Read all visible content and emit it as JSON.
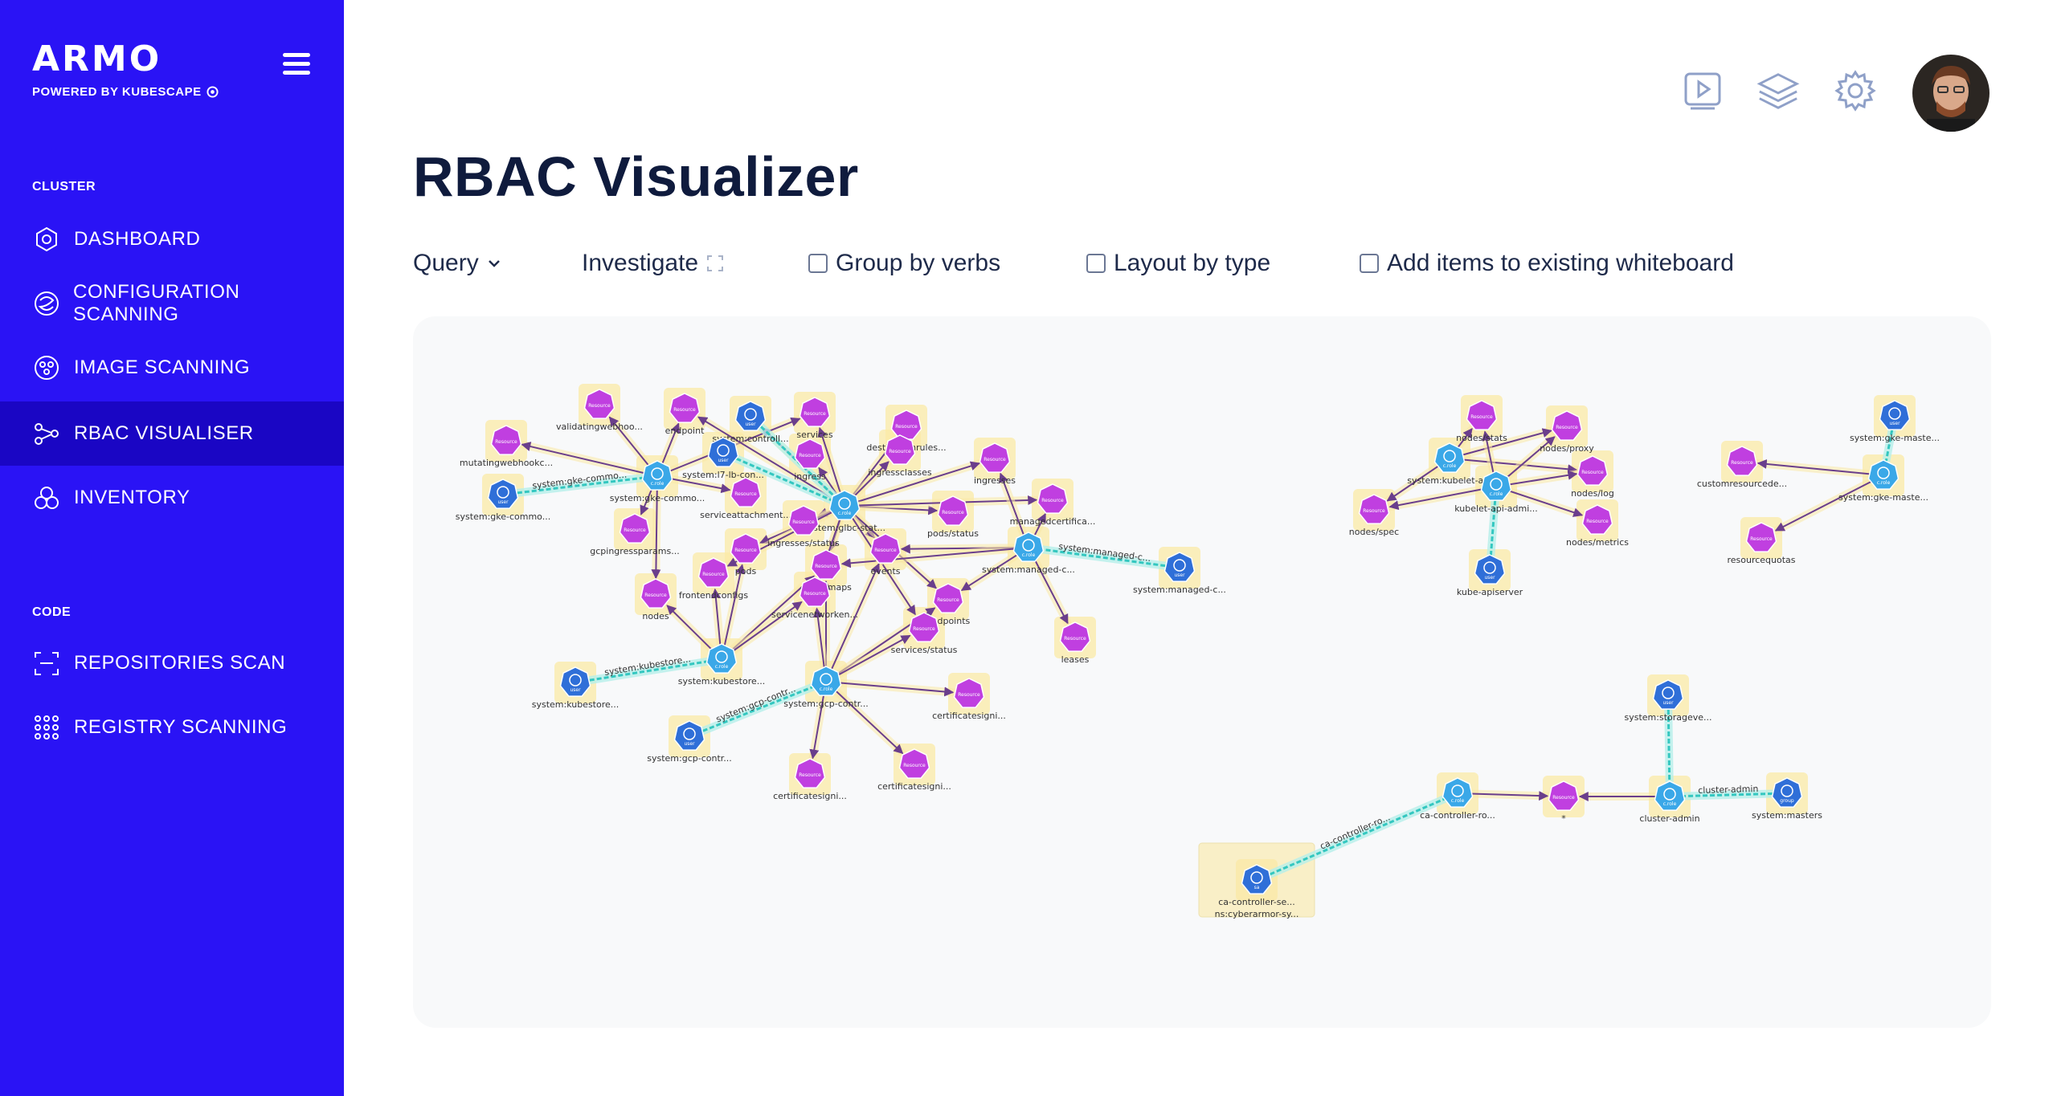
{
  "brand": {
    "logo": "ARMO",
    "subtitle": "POWERED BY KUBESCAPE"
  },
  "sidebar": {
    "sections": [
      {
        "title": "CLUSTER",
        "items": [
          {
            "label": "DASHBOARD",
            "icon": "dashboard-icon"
          },
          {
            "label": "CONFIGURATION SCANNING",
            "icon": "configuration-icon"
          },
          {
            "label": "IMAGE SCANNING",
            "icon": "image-scan-icon"
          },
          {
            "label": "RBAC VISUALISER",
            "icon": "rbac-icon",
            "active": true
          },
          {
            "label": "INVENTORY",
            "icon": "inventory-icon"
          }
        ]
      },
      {
        "title": "CODE",
        "items": [
          {
            "label": "REPOSITORIES SCAN",
            "icon": "repo-scan-icon"
          },
          {
            "label": "REGISTRY SCANNING",
            "icon": "registry-icon"
          }
        ]
      }
    ]
  },
  "header": {
    "icons": [
      "video-icon",
      "layers-icon",
      "settings-icon",
      "user-avatar"
    ]
  },
  "page": {
    "title": "RBAC Visualizer"
  },
  "toolbar": {
    "query_label": "Query",
    "investigate_label": "Investigate",
    "group_by_verbs_label": "Group by verbs",
    "layout_by_type_label": "Layout by type",
    "add_items_label": "Add items to existing whiteboard",
    "group_by_verbs_checked": false,
    "layout_by_type_checked": false,
    "add_items_checked": false
  },
  "colors": {
    "sidebar_bg": "#2a13f5",
    "sidebar_active": "#1a06c4",
    "title_text": "#0f1b3d",
    "resource_node": "#c03fe0",
    "role_node": "#3aa8e8",
    "subject_node": "#2f6fd8",
    "edge": "#6a3e8c",
    "binding_edge": "#34c7c0",
    "highlight": "#fbe9a6"
  },
  "graph": {
    "node_type_labels": {
      "resource": "Resource",
      "role": "c.role",
      "user": "user",
      "group": "group",
      "sa": "sa"
    },
    "nodes": [
      {
        "id": "r1",
        "type": "resource",
        "label": "validatingwebhoo..."
      },
      {
        "id": "r2",
        "type": "resource",
        "label": "endpoint"
      },
      {
        "id": "s1",
        "type": "user",
        "label": "system:controll..."
      },
      {
        "id": "r3",
        "type": "resource",
        "label": "services"
      },
      {
        "id": "r4",
        "type": "resource",
        "label": "destinationrules..."
      },
      {
        "id": "r5",
        "type": "resource",
        "label": "mutatingwebhookc..."
      },
      {
        "id": "s2",
        "type": "user",
        "label": "system:l7-lb-con..."
      },
      {
        "id": "r6",
        "type": "resource",
        "label": "ingress"
      },
      {
        "id": "r7",
        "type": "resource",
        "label": "ingressclasses"
      },
      {
        "id": "r8",
        "type": "resource",
        "label": "ingresses"
      },
      {
        "id": "c1",
        "type": "role",
        "label": "system:gke-commo..."
      },
      {
        "id": "s3",
        "type": "user",
        "label": "system:gke-commo..."
      },
      {
        "id": "r9",
        "type": "resource",
        "label": "serviceattachment..."
      },
      {
        "id": "c2",
        "type": "role",
        "label": "system:glbc-stat..."
      },
      {
        "id": "r10",
        "type": "resource",
        "label": "pods/status"
      },
      {
        "id": "r11",
        "type": "resource",
        "label": "managedcertifica..."
      },
      {
        "id": "r12",
        "type": "resource",
        "label": "gcpingressparams..."
      },
      {
        "id": "r13",
        "type": "resource",
        "label": "ingresses/status"
      },
      {
        "id": "r14",
        "type": "resource",
        "label": "pods"
      },
      {
        "id": "r15",
        "type": "resource",
        "label": "events"
      },
      {
        "id": "c3",
        "type": "role",
        "label": "system:managed-c..."
      },
      {
        "id": "s4",
        "type": "user",
        "label": "system:managed-c..."
      },
      {
        "id": "r16",
        "type": "resource",
        "label": "frontendconfigs"
      },
      {
        "id": "r17",
        "type": "resource",
        "label": "configmaps"
      },
      {
        "id": "r18",
        "type": "resource",
        "label": "nodes"
      },
      {
        "id": "r19",
        "type": "resource",
        "label": "servicenetworken..."
      },
      {
        "id": "r20",
        "type": "resource",
        "label": "endpoints"
      },
      {
        "id": "r21",
        "type": "resource",
        "label": "services/status"
      },
      {
        "id": "r22",
        "type": "resource",
        "label": "leases"
      },
      {
        "id": "c4",
        "type": "role",
        "label": "system:kubestore..."
      },
      {
        "id": "s5",
        "type": "user",
        "label": "system:kubestore..."
      },
      {
        "id": "c5",
        "type": "role",
        "label": "system:gcp-contr..."
      },
      {
        "id": "r23",
        "type": "resource",
        "label": "certificatesigni..."
      },
      {
        "id": "s6",
        "type": "user",
        "label": "system:gcp-contr..."
      },
      {
        "id": "r24",
        "type": "resource",
        "label": "certificatesigni..."
      },
      {
        "id": "r25",
        "type": "resource",
        "label": "certificatesigni..."
      },
      {
        "id": "r26",
        "type": "resource",
        "label": "nodes/stats"
      },
      {
        "id": "r27",
        "type": "resource",
        "label": "nodes/proxy"
      },
      {
        "id": "c6",
        "type": "role",
        "label": "system:kubelet-a..."
      },
      {
        "id": "r28",
        "type": "resource",
        "label": "nodes/log"
      },
      {
        "id": "c7",
        "type": "role",
        "label": "kubelet-api-admi..."
      },
      {
        "id": "r29",
        "type": "resource",
        "label": "nodes/spec"
      },
      {
        "id": "r30",
        "type": "resource",
        "label": "nodes/metrics"
      },
      {
        "id": "s7",
        "type": "user",
        "label": "kube-apiserver"
      },
      {
        "id": "s8",
        "type": "user",
        "label": "system:gke-maste..."
      },
      {
        "id": "r31",
        "type": "resource",
        "label": "customresourcede..."
      },
      {
        "id": "c8",
        "type": "role",
        "label": "system:gke-maste..."
      },
      {
        "id": "r32",
        "type": "resource",
        "label": "resourcequotas"
      },
      {
        "id": "s9",
        "type": "user",
        "label": "system:storageve..."
      },
      {
        "id": "c9",
        "type": "role",
        "label": "ca-controller-ro..."
      },
      {
        "id": "r33",
        "type": "resource",
        "label": "*"
      },
      {
        "id": "c10",
        "type": "role",
        "label": "cluster-admin"
      },
      {
        "id": "g1",
        "type": "group",
        "label": "system:masters"
      },
      {
        "id": "sa1",
        "type": "sa",
        "label": "ca-controller-se..."
      }
    ],
    "edges": [
      [
        "c1",
        "r1"
      ],
      [
        "c1",
        "r2"
      ],
      [
        "c1",
        "r5"
      ],
      [
        "c1",
        "r9"
      ],
      [
        "c1",
        "r12"
      ],
      [
        "c1",
        "r18"
      ],
      [
        "c1",
        "r3"
      ],
      [
        "c2",
        "s1"
      ],
      [
        "c2",
        "r3"
      ],
      [
        "c2",
        "r4"
      ],
      [
        "c2",
        "r6"
      ],
      [
        "c2",
        "r7"
      ],
      [
        "c2",
        "r8"
      ],
      [
        "c2",
        "r10"
      ],
      [
        "c2",
        "r11"
      ],
      [
        "c2",
        "r13"
      ],
      [
        "c2",
        "r14"
      ],
      [
        "c2",
        "r15"
      ],
      [
        "c2",
        "r16"
      ],
      [
        "c2",
        "r17"
      ],
      [
        "c2",
        "r19"
      ],
      [
        "c2",
        "r20"
      ],
      [
        "c2",
        "r21"
      ],
      [
        "c2",
        "r2"
      ],
      [
        "c3",
        "r15"
      ],
      [
        "c3",
        "r11"
      ],
      [
        "c3",
        "r22"
      ],
      [
        "c3",
        "r20"
      ],
      [
        "c3",
        "r8"
      ],
      [
        "c3",
        "r17"
      ],
      [
        "c4",
        "r18"
      ],
      [
        "c4",
        "r14"
      ],
      [
        "c4",
        "r16"
      ],
      [
        "c4",
        "r17"
      ],
      [
        "c4",
        "r19"
      ],
      [
        "c5",
        "r23"
      ],
      [
        "c5",
        "r24"
      ],
      [
        "c5",
        "r25"
      ],
      [
        "c5",
        "r15"
      ],
      [
        "c5",
        "r20"
      ],
      [
        "c5",
        "r21"
      ],
      [
        "c5",
        "r17"
      ],
      [
        "c5",
        "r19"
      ],
      [
        "c6",
        "r26"
      ],
      [
        "c6",
        "r27"
      ],
      [
        "c6",
        "r28"
      ],
      [
        "c6",
        "r29"
      ],
      [
        "c7",
        "r26"
      ],
      [
        "c7",
        "r27"
      ],
      [
        "c7",
        "r28"
      ],
      [
        "c7",
        "r29"
      ],
      [
        "c7",
        "r30"
      ],
      [
        "c8",
        "r31"
      ],
      [
        "c8",
        "r32"
      ],
      [
        "c9",
        "r33"
      ],
      [
        "c10",
        "r33"
      ]
    ],
    "bindings": [
      [
        "s3",
        "c1",
        "system:gke-commo..."
      ],
      [
        "s2",
        "c2",
        ""
      ],
      [
        "s1",
        "c2",
        ""
      ],
      [
        "s4",
        "c3",
        "system:managed-c..."
      ],
      [
        "s5",
        "c4",
        "system:kubestore..."
      ],
      [
        "s6",
        "c5",
        "system:gcp-contr..."
      ],
      [
        "s7",
        "c7",
        ""
      ],
      [
        "s8",
        "c8",
        ""
      ],
      [
        "s9",
        "c10",
        ""
      ],
      [
        "g1",
        "c10",
        "cluster-admin"
      ],
      [
        "sa1",
        "c9",
        "ca-controller-ro..."
      ]
    ]
  }
}
